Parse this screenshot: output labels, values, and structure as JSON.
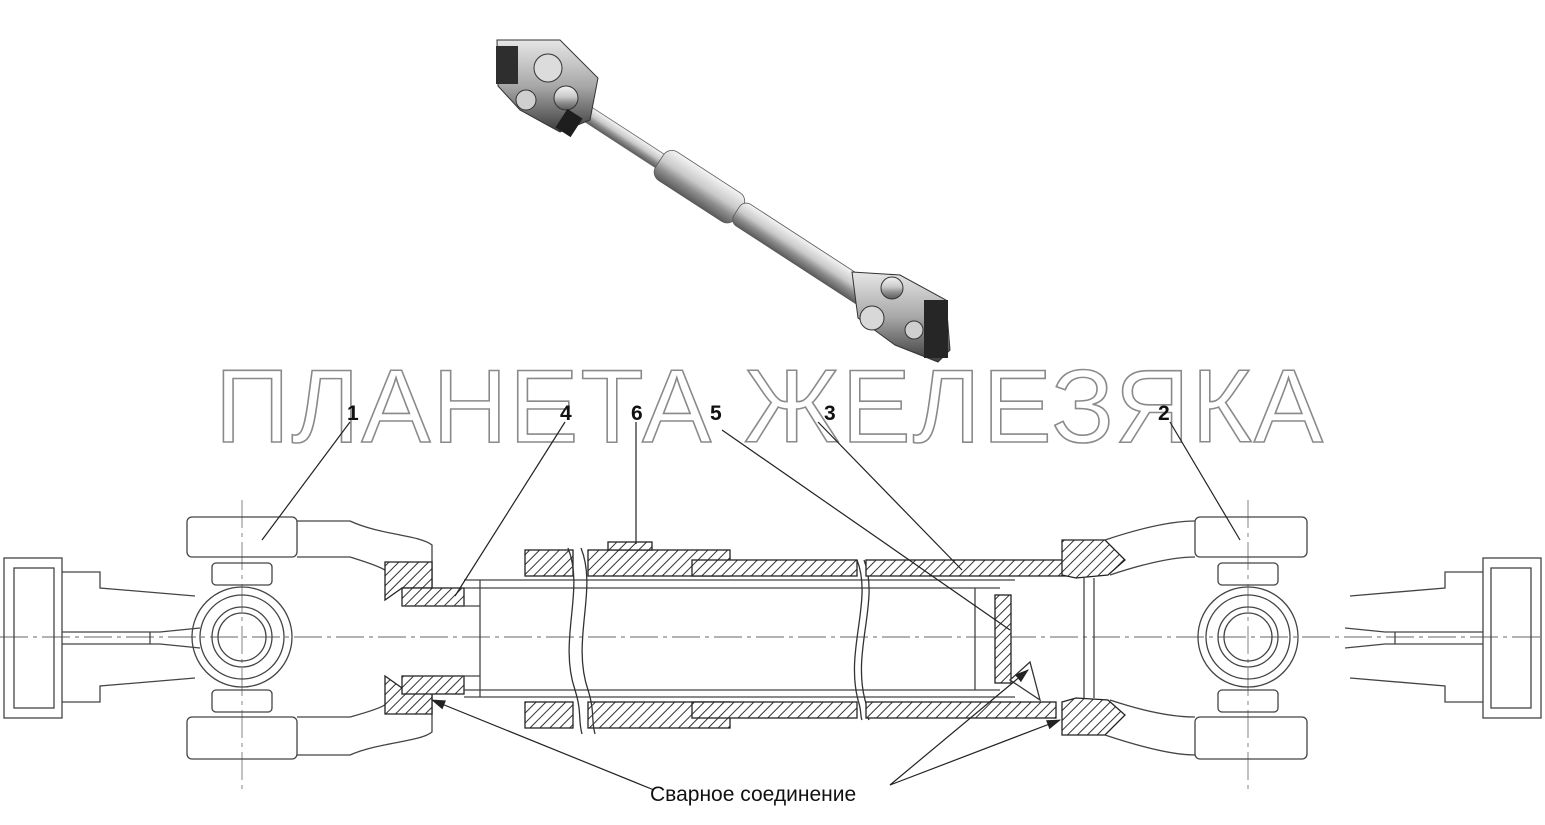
{
  "watermark": {
    "text": "ПЛАНЕТА ЖЕЛЕЗЯКА"
  },
  "callouts": [
    {
      "id": "1",
      "label": "1"
    },
    {
      "id": "4",
      "label": "4"
    },
    {
      "id": "6",
      "label": "6"
    },
    {
      "id": "5",
      "label": "5"
    },
    {
      "id": "3",
      "label": "3"
    },
    {
      "id": "2",
      "label": "2"
    }
  ],
  "weld_caption": "Сварное соединение",
  "colors": {
    "line": "#444444",
    "hatch": "#333333",
    "watermark": "#8a8a8a",
    "background": "#ffffff"
  },
  "icons": {
    "photo": "shaft-assembly-render"
  }
}
